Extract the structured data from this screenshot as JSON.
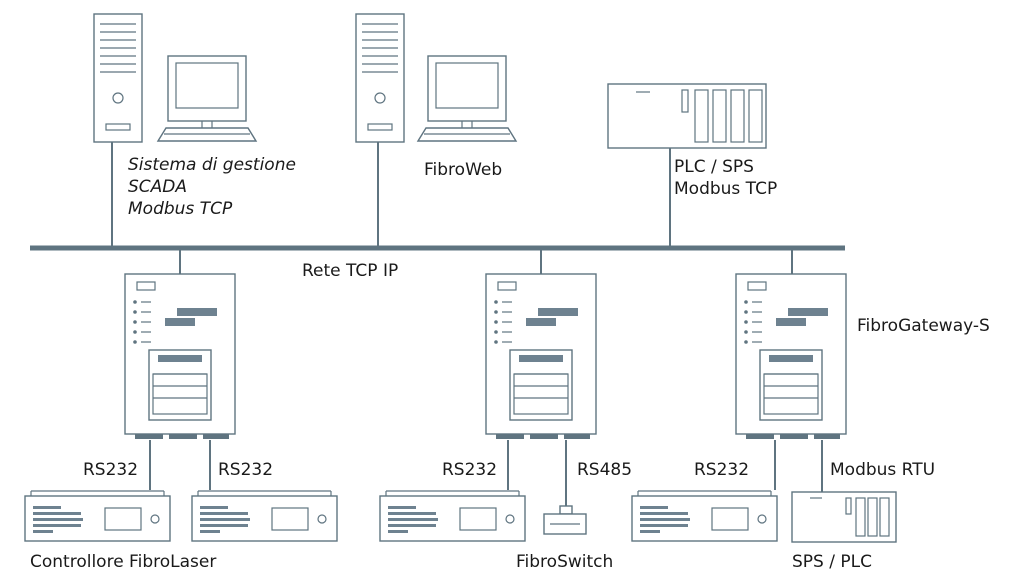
{
  "labels": {
    "scada_line1": "Sistema di gestione",
    "scada_line2": "SCADA",
    "scada_line3": "Modbus TCP",
    "fibroweb": "FibroWeb",
    "plc_line1": "PLC / SPS",
    "plc_line2": "Modbus TCP",
    "network": "Rete TCP IP",
    "gateway": "FibroGateway-S",
    "rs232_a": "RS232",
    "rs232_b": "RS232",
    "rs232_c": "RS232",
    "rs485": "RS485",
    "rs232_d": "RS232",
    "modbus_rtu": "Modbus RTU",
    "laser_ctrl": "Controllore FibroLaser",
    "fibroswitch": "FibroSwitch",
    "sps_plc": "SPS / PLC"
  },
  "colors": {
    "line": "#5f7480",
    "text": "#1a1a1a"
  }
}
